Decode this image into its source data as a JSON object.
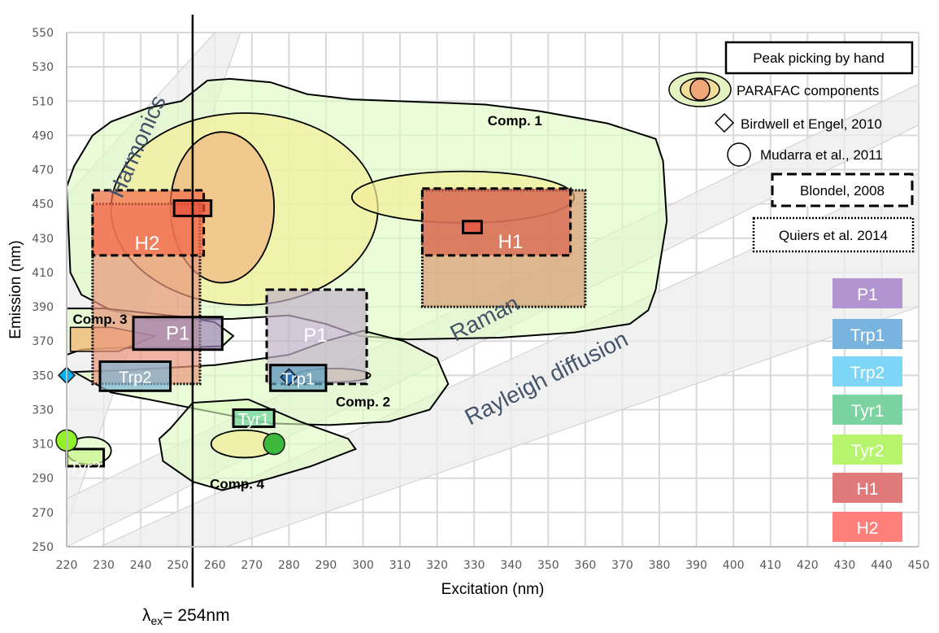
{
  "chart_data": {
    "type": "scatter",
    "title": "",
    "xlabel": "Excitation (nm)",
    "ylabel": "Emission (nm)",
    "xlim": [
      220,
      450
    ],
    "ylim": [
      250,
      550
    ],
    "xticks": [
      220,
      230,
      240,
      250,
      260,
      270,
      280,
      290,
      300,
      310,
      320,
      330,
      340,
      350,
      360,
      370,
      380,
      390,
      400,
      410,
      420,
      430,
      440,
      450
    ],
    "yticks": [
      250,
      270,
      290,
      310,
      330,
      350,
      370,
      390,
      410,
      430,
      450,
      470,
      490,
      510,
      530,
      550
    ],
    "grid": true,
    "excitation_line": {
      "x": 254,
      "label_main": "λ",
      "label_sub": "ex",
      "label_rest": "= 254nm"
    },
    "scatter_bands": [
      {
        "name": "Harmonics",
        "label": "Harmonics"
      },
      {
        "name": "Raman",
        "label": "Raman"
      },
      {
        "name": "Rayleigh diffusion",
        "label": "Rayleigh diffusion"
      }
    ],
    "parafac_components": [
      {
        "label": "Comp. 1",
        "label_at": [
          341,
          496
        ]
      },
      {
        "label": "Comp. 2",
        "label_at": [
          300,
          332
        ]
      },
      {
        "label": "Comp. 3",
        "label_at": [
          229,
          380
        ]
      },
      {
        "label": "Comp. 4",
        "label_at": [
          266,
          284
        ]
      }
    ],
    "parafac_ellipses": [
      {
        "group": "Comp. 1",
        "cx": 268,
        "cy": 447,
        "rx": 36,
        "ry": 56,
        "fill": "#f2ee9a"
      },
      {
        "group": "Comp. 1",
        "cx": 262,
        "cy": 448,
        "rx": 14,
        "ry": 44,
        "fill": "#f0b882"
      },
      {
        "group": "Comp. 1",
        "cx": 327,
        "cy": 454,
        "rx": 30,
        "ry": 15,
        "fill": "#f2ee9a"
      },
      {
        "group": "Comp. 2",
        "cx": 292,
        "cy": 350,
        "rx": 10,
        "ry": 4,
        "fill": "#f2ee9a"
      },
      {
        "group": "Comp. 4",
        "cx": 268,
        "cy": 310,
        "rx": 9,
        "ry": 8,
        "fill": "#f2ee9a"
      },
      {
        "group": "Comp. 3",
        "cx": 226,
        "cy": 306,
        "rx": 6,
        "ry": 8,
        "fill": "#e6ffc8"
      }
    ],
    "blondel_2008": [
      {
        "label": "H2",
        "x": [
          227,
          257
        ],
        "y": [
          420,
          458
        ]
      },
      {
        "label": "H1",
        "x": [
          316,
          356
        ],
        "y": [
          420,
          459
        ]
      },
      {
        "label": "P1",
        "x": [
          274,
          301
        ],
        "y": [
          345,
          400
        ]
      }
    ],
    "quiers_2014": [
      {
        "label": "H2",
        "x": [
          227,
          256
        ],
        "y": [
          345,
          450
        ]
      },
      {
        "label": "H1",
        "x": [
          316,
          360
        ],
        "y": [
          390,
          458
        ]
      }
    ],
    "peak_picking": [
      {
        "label": "",
        "x": [
          249,
          259
        ],
        "y": [
          443,
          452
        ]
      },
      {
        "label": "",
        "x": [
          327,
          332
        ],
        "y": [
          433,
          440
        ]
      },
      {
        "label": "P1",
        "x": [
          238,
          262
        ],
        "y": [
          365,
          384
        ]
      },
      {
        "label": "Trp2",
        "x": [
          229,
          248
        ],
        "y": [
          341,
          358
        ]
      },
      {
        "label": "Trp1",
        "x": [
          275,
          290
        ],
        "y": [
          341,
          356
        ]
      },
      {
        "label": "Tyr1",
        "x": [
          265,
          276
        ],
        "y": [
          320,
          330
        ]
      },
      {
        "label": "Tyr2",
        "x": [
          220,
          230
        ],
        "y": [
          297,
          307
        ]
      }
    ],
    "birdwell_engel_2010": [
      {
        "x": 220,
        "y": 350,
        "color": "#00b0f0"
      },
      {
        "x": 280,
        "y": 349,
        "color": "#2e75b6"
      }
    ],
    "mudarra_2011": [
      {
        "x": 220,
        "y": 312,
        "color": "#92f02a"
      },
      {
        "x": 276,
        "y": 310,
        "color": "#3cb83c"
      }
    ],
    "legend": [
      {
        "style": "solid-box",
        "label": "Peak picking by hand"
      },
      {
        "style": "ellipses",
        "label": "PARAFAC components"
      },
      {
        "style": "diamond",
        "label": "Birdwell et Engel, 2010"
      },
      {
        "style": "circle",
        "label": "Mudarra et al., 2011"
      },
      {
        "style": "dashed-box",
        "label": "Blondel, 2008"
      },
      {
        "style": "dotted-box",
        "label": "Quiers et al. 2014"
      }
    ],
    "legend_position": "top-right",
    "category_swatches": [
      {
        "label": "P1",
        "color": "#b294d1"
      },
      {
        "label": "Trp1",
        "color": "#78b4dd"
      },
      {
        "label": "Trp2",
        "color": "#7dd6f5"
      },
      {
        "label": "Tyr1",
        "color": "#7ad3a0"
      },
      {
        "label": "Tyr2",
        "color": "#b8f56e"
      },
      {
        "label": "H1",
        "color": "#e07b7b"
      },
      {
        "label": "H2",
        "color": "#ff7f7b"
      }
    ],
    "extra_labels": [
      {
        "text": "Tyr2",
        "x": 225,
        "y": 293,
        "color": "#000000"
      }
    ]
  }
}
